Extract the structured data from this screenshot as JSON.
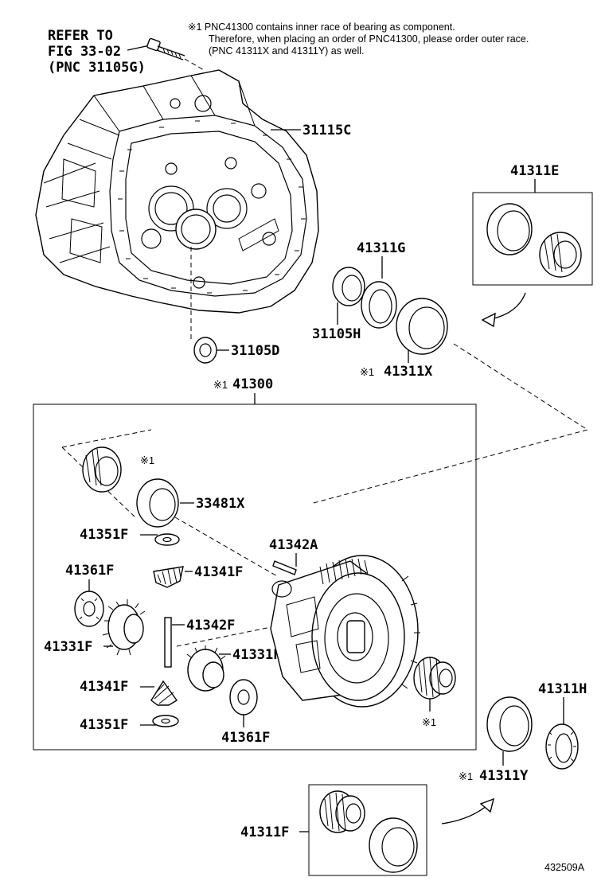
{
  "note": {
    "line1": "※1 PNC41300 contains inner race of bearing as component.",
    "line2": "Therefore, when placing an order of PNC41300, please order outer race.",
    "line3": "(PNC 41311X and 41311Y) as well."
  },
  "refer": {
    "line1": "REFER TO",
    "line2": "FIG 33-02",
    "line3": "(PNC 31105G)"
  },
  "labels": {
    "p31115C": "31115C",
    "p41311E": "41311E",
    "p41311G": "41311G",
    "p31105H": "31105H",
    "p31105D": "31105D",
    "p41311X": "41311X",
    "p41300": "41300",
    "p33481X": "33481X",
    "p41351F_top": "41351F",
    "p41342A": "41342A",
    "p41361F_left": "41361F",
    "p41341F_top": "41341F",
    "p41342F": "41342F",
    "p41331F_left": "41331F",
    "p41331F_right": "41331F",
    "p41341F_bottom": "41341F",
    "p41351F_bottom": "41351F",
    "p41361F_bottom": "41361F",
    "p41311H": "41311H",
    "p41311Y": "41311Y",
    "p41311F": "41311F"
  },
  "marks": {
    "m41311X": "※1",
    "m41300": "※1",
    "m_bearing_top": "※1",
    "m_bearing_right": "※1",
    "m41311Y": "※1"
  },
  "footer": {
    "code": "432509A"
  }
}
